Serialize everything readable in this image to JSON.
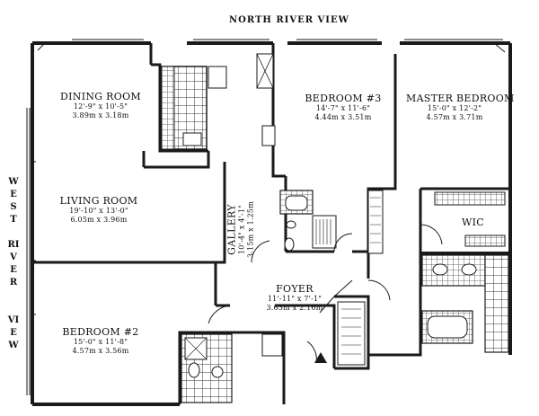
{
  "views": {
    "north": "NORTH RIVER VIEW",
    "west_1": "WEST",
    "west_2": "RIVER",
    "west_3": "VIEW"
  },
  "rooms": {
    "dining": {
      "name": "DINING ROOM",
      "imperial": "12'-9\" x 10'-5\"",
      "metric": "3.89m x 3.18m"
    },
    "living": {
      "name": "LIVING ROOM",
      "imperial": "19'-10\" x 13'-0\"",
      "metric": "6.05m x 3.96m"
    },
    "bedroom3": {
      "name": "BEDROOM #3",
      "imperial": "14'-7\" x 11'-6\"",
      "metric": "4.44m x 3.51m"
    },
    "master": {
      "name": "MASTER BEDROOM",
      "imperial": "15'-0\" x 12'-2\"",
      "metric": "4.57m x 3.71m"
    },
    "gallery": {
      "name": "GALLERY",
      "imperial": "10'-4\" x 4'-1\"",
      "metric": "3.15m x 1.25m"
    },
    "wic": {
      "name": "WIC"
    },
    "foyer": {
      "name": "FOYER",
      "imperial": "11'-11\" x 7'-1\"",
      "metric": "3.63m x 2.16m"
    },
    "bedroom2": {
      "name": "BEDROOM #2",
      "imperial": "15'-0\" x 11'-8\"",
      "metric": "4.57m x 3.56m"
    }
  },
  "colors": {
    "wall": "#1a1a1a",
    "tile": "#444444",
    "paper": "#ffffff"
  }
}
